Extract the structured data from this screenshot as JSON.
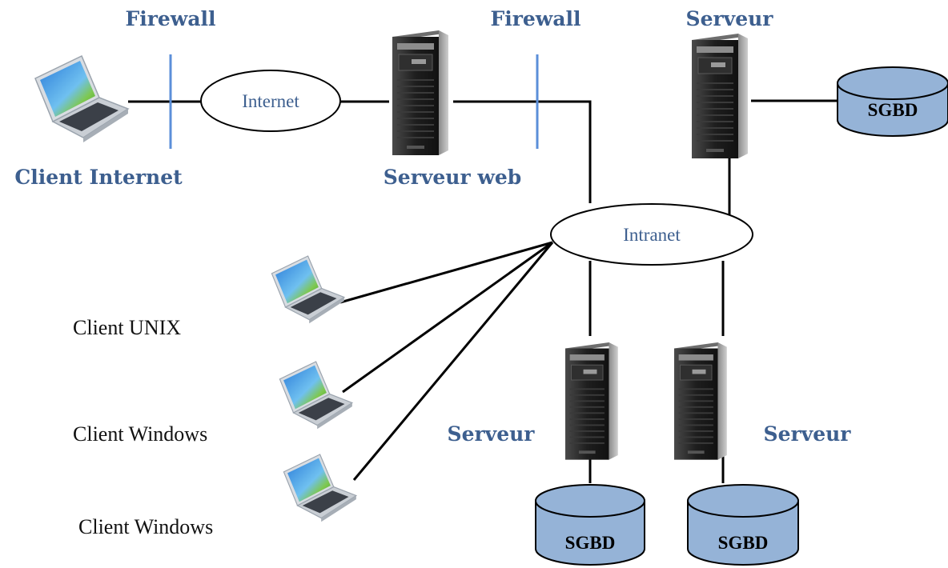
{
  "labels": {
    "firewall_1": "Firewall",
    "firewall_2": "Firewall",
    "serveur_top": "Serveur",
    "client_internet": "Client Internet",
    "serveur_web": "Serveur web",
    "serveur_left": "Serveur",
    "serveur_right": "Serveur",
    "client_unix": "Client UNIX",
    "client_windows_1": "Client Windows",
    "client_windows_2": "Client Windows"
  },
  "networks": {
    "internet": "Internet",
    "intranet": "Intranet"
  },
  "databases": {
    "db_top": "SGBD",
    "db_left": "SGBD",
    "db_right": "SGBD"
  },
  "icons": {
    "laptop": "laptop-icon",
    "server": "server-tower-icon",
    "database": "database-cylinder-icon"
  },
  "colors": {
    "label_blue": "#3d5f8f",
    "firewall_blue": "#5b8fd9",
    "database_fill": "#95b3d7"
  }
}
